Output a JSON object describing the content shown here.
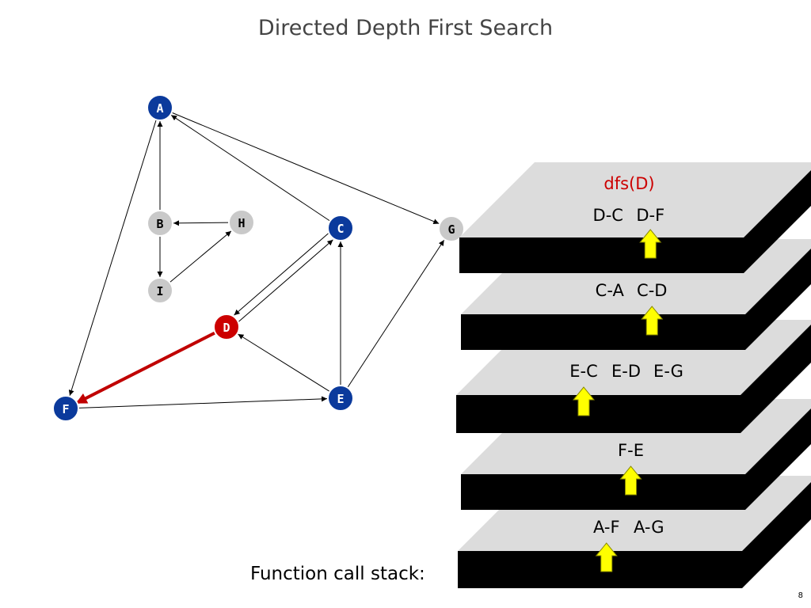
{
  "title": "Directed Depth First Search",
  "colors": {
    "visited_node": "#0b3a9c",
    "unvisited_node": "#c9c9c9",
    "current_node": "#cc0000",
    "current_edge": "#c00000",
    "edge": "#000000",
    "frame_top": "#dcdcdc",
    "frame_side": "#000000",
    "pointer_arrow": "#ffff00",
    "header_text": "#cc0000"
  },
  "graph": {
    "nodes": [
      {
        "id": "A",
        "label": "A",
        "state": "visited"
      },
      {
        "id": "B",
        "label": "B",
        "state": "unvisited"
      },
      {
        "id": "H",
        "label": "H",
        "state": "unvisited"
      },
      {
        "id": "I",
        "label": "I",
        "state": "unvisited"
      },
      {
        "id": "C",
        "label": "C",
        "state": "visited"
      },
      {
        "id": "G",
        "label": "G",
        "state": "unvisited"
      },
      {
        "id": "D",
        "label": "D",
        "state": "current"
      },
      {
        "id": "E",
        "label": "E",
        "state": "visited"
      },
      {
        "id": "F",
        "label": "F",
        "state": "visited"
      }
    ],
    "edges": [
      {
        "from": "A",
        "to": "F",
        "highlight": false
      },
      {
        "from": "A",
        "to": "G",
        "highlight": false
      },
      {
        "from": "B",
        "to": "A",
        "highlight": false
      },
      {
        "from": "B",
        "to": "I",
        "highlight": false
      },
      {
        "from": "H",
        "to": "B",
        "highlight": false
      },
      {
        "from": "I",
        "to": "H",
        "highlight": false
      },
      {
        "from": "C",
        "to": "A",
        "highlight": false
      },
      {
        "from": "C",
        "to": "D",
        "highlight": false
      },
      {
        "from": "D",
        "to": "C",
        "highlight": false
      },
      {
        "from": "D",
        "to": "F",
        "highlight": true
      },
      {
        "from": "E",
        "to": "C",
        "highlight": false
      },
      {
        "from": "E",
        "to": "D",
        "highlight": false
      },
      {
        "from": "E",
        "to": "G",
        "highlight": false
      },
      {
        "from": "F",
        "to": "E",
        "highlight": false
      }
    ]
  },
  "stack": {
    "caption": "Function call stack:",
    "frames": [
      {
        "header": "dfs(D)",
        "edges": [
          "D-C",
          "D-F"
        ],
        "pointer_index": 1
      },
      {
        "header": "",
        "edges": [
          "C-A",
          "C-D"
        ],
        "pointer_index": 1
      },
      {
        "header": "",
        "edges": [
          "E-C",
          "E-D",
          "E-G"
        ],
        "pointer_index": 0
      },
      {
        "header": "",
        "edges": [
          "F-E"
        ],
        "pointer_index": 0
      },
      {
        "header": "",
        "edges": [
          "A-F",
          "A-G"
        ],
        "pointer_index": 0
      }
    ]
  },
  "page_number": "8"
}
